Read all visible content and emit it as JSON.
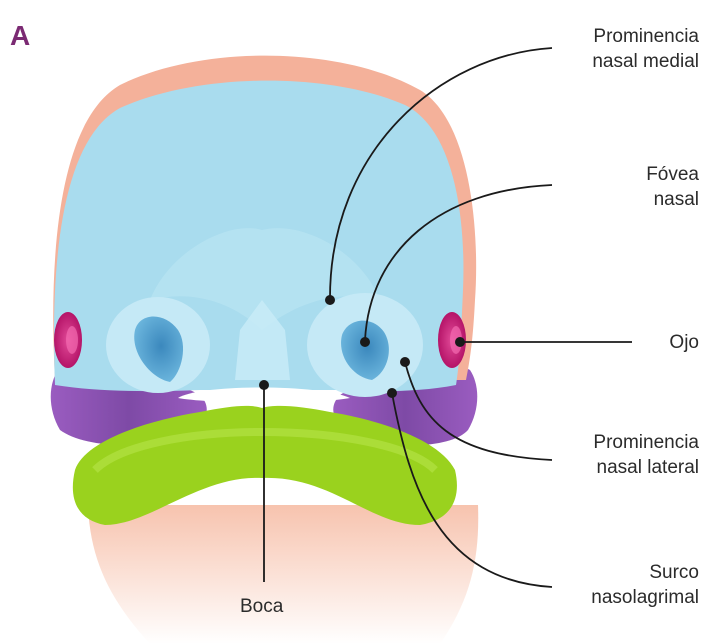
{
  "panel_letter": "A",
  "labels": {
    "prominencia_nasal_medial": [
      "Prominencia",
      "nasal medial"
    ],
    "fovea_nasal": [
      "Fóvea",
      "nasal"
    ],
    "ojo": "Ojo",
    "prominencia_nasal_lateral": [
      "Prominencia",
      "nasal lateral"
    ],
    "surco_nasolagrimal": [
      "Surco",
      "nasolagrimal"
    ],
    "boca": "Boca"
  },
  "colors": {
    "panel_letter": "#7b2a73",
    "head_salmon": "#f4b19a",
    "head_blue": "#a9dcee",
    "nasal_pit": "#4a9ac9",
    "eye_magenta": "#d2207f",
    "purple": "#8c55b4",
    "mandible_green": "#9ad21e",
    "chin_skin": "#f7c7b4",
    "leader_line": "#1a1a1a"
  }
}
